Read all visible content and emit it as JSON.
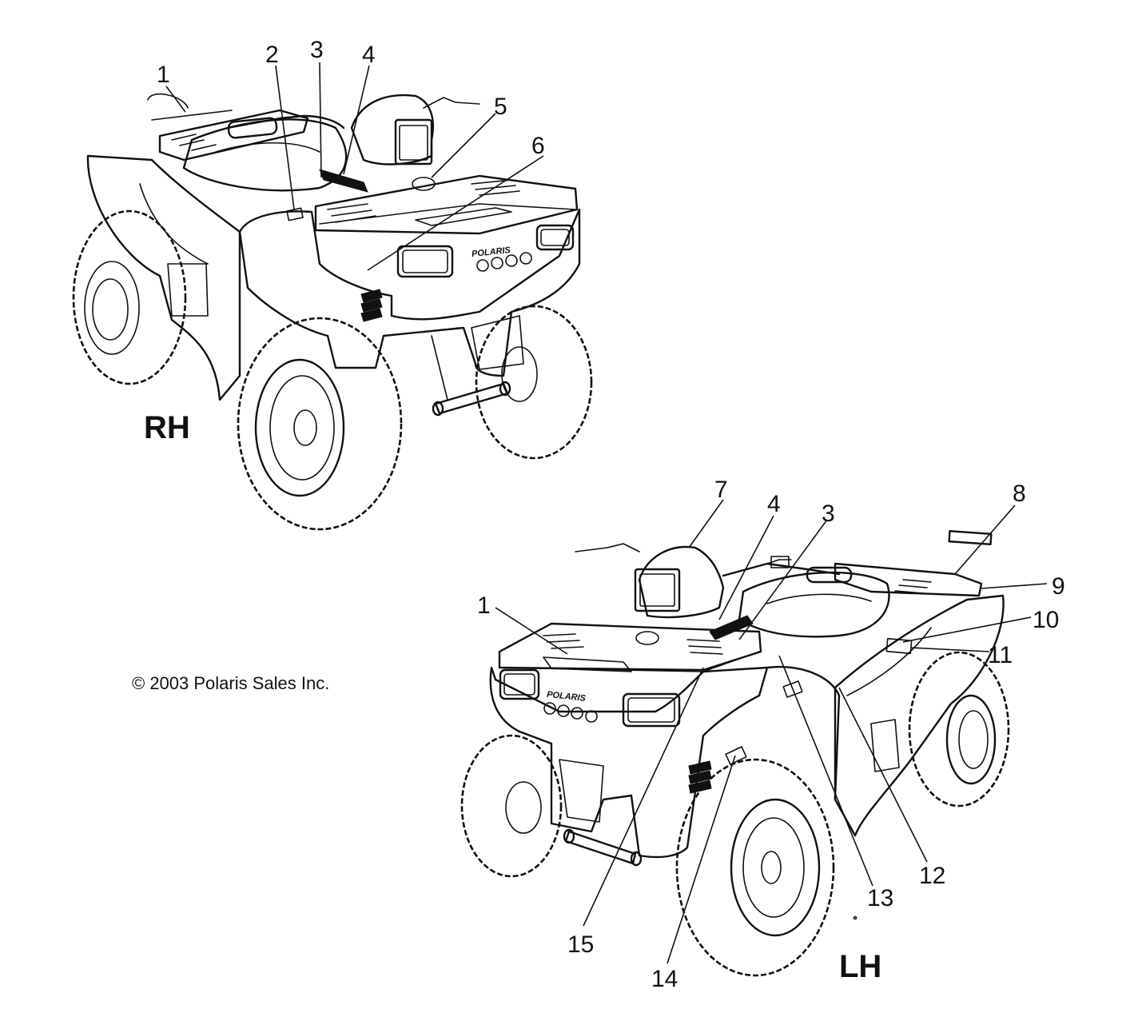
{
  "views": [
    {
      "id": "rh",
      "label": "RH",
      "callouts": [
        "1",
        "2",
        "3",
        "4",
        "5",
        "6"
      ]
    },
    {
      "id": "lh",
      "label": "LH",
      "callouts": [
        "7",
        "4",
        "3",
        "8",
        "9",
        "10",
        "1",
        "11",
        "12",
        "13",
        "15",
        "14"
      ]
    }
  ],
  "copyright": "© 2003 Polaris Sales Inc.",
  "badge_text": "POLARIS"
}
